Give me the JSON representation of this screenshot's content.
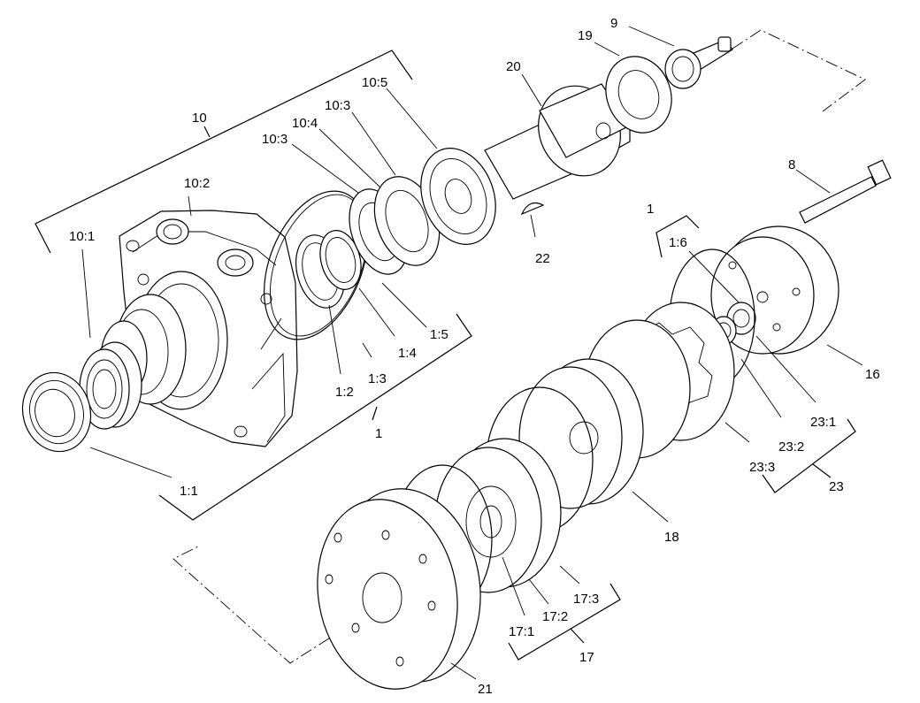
{
  "diagram": {
    "labels": {
      "l10": "10",
      "l10_1": "10:1",
      "l10_2": "10:2",
      "l10_3a": "10:3",
      "l10_3b": "10:3",
      "l10_4": "10:4",
      "l10_5": "10:5",
      "l20": "20",
      "l19": "19",
      "l9": "9",
      "l22": "22",
      "l8": "8",
      "l1a": "1",
      "l1_6": "1:6",
      "l1_5": "1:5",
      "l1_4": "1:4",
      "l1_3": "1:3",
      "l1_2": "1:2",
      "l1b": "1",
      "l1_1": "1:1",
      "l16": "16",
      "l23_1": "23:1",
      "l23_2": "23:2",
      "l23_3": "23:3",
      "l23": "23",
      "l18": "18",
      "l17_3": "17:3",
      "l17_2": "17:2",
      "l17_1": "17:1",
      "l17": "17",
      "l21": "21"
    }
  }
}
